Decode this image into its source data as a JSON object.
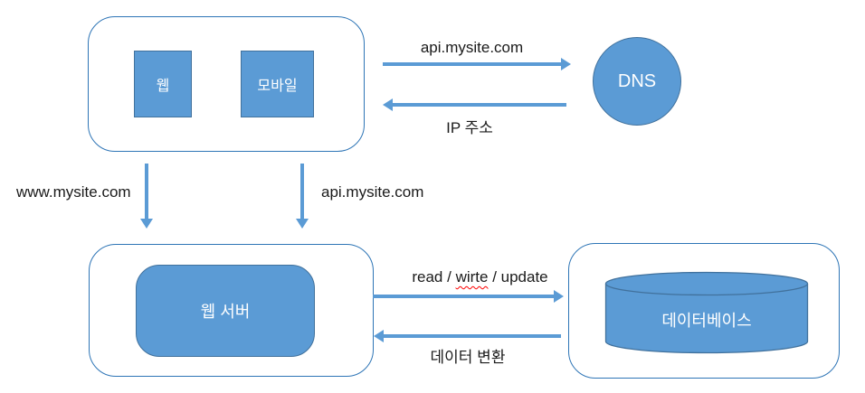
{
  "diagram": {
    "clients": {
      "web": "웹",
      "mobile": "모바일"
    },
    "dns": "DNS",
    "web_server": "웹 서버",
    "database": "데이터베이스",
    "labels": {
      "dns_request": "api.mysite.com",
      "dns_response": "IP 주소",
      "www_route": "www.mysite.com",
      "api_route": "api.mysite.com",
      "db_request_part1": "read / ",
      "db_request_misspelled": "wirte",
      "db_request_part2": " / update",
      "db_response": "데이터 변환"
    }
  },
  "colors": {
    "shape_fill": "#5b9bd5",
    "shape_border": "#41719c",
    "container_border": "#2e75b6",
    "arrow": "#5b9bd5",
    "text": "#1a1a1a",
    "misspell_underline": "#ff0000"
  }
}
